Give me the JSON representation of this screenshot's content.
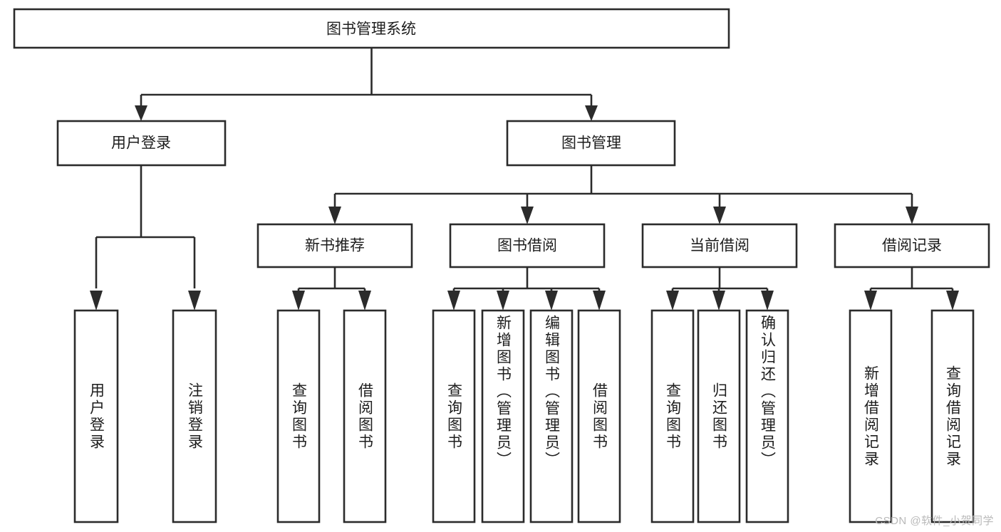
{
  "diagram": {
    "type": "tree",
    "title": "图书管理系统",
    "watermark": "CSDN @软件_小贺同学",
    "colors": {
      "stroke": "#2b2b2b",
      "fill": "#ffffff",
      "text": "#1d1d1d",
      "watermark": "#b9b9b9"
    },
    "levels": {
      "root": {
        "label": "图书管理系统"
      },
      "level2": [
        {
          "id": "user-login",
          "label": "用户登录"
        },
        {
          "id": "book-manage",
          "label": "图书管理"
        }
      ],
      "level3": [
        {
          "id": "new-book-rec",
          "label": "新书推荐",
          "parent": "book-manage"
        },
        {
          "id": "book-borrow",
          "label": "图书借阅",
          "parent": "book-manage"
        },
        {
          "id": "current-borrow",
          "label": "当前借阅",
          "parent": "book-manage"
        },
        {
          "id": "borrow-record",
          "label": "借阅记录",
          "parent": "book-manage"
        }
      ],
      "leaves": [
        {
          "id": "leaf-user-login",
          "label": "用户登录",
          "parent": "user-login"
        },
        {
          "id": "leaf-logout-login",
          "label": "注销登录",
          "parent": "user-login"
        },
        {
          "id": "leaf-query-book-1",
          "label": "查询图书",
          "parent": "new-book-rec"
        },
        {
          "id": "leaf-borrow-book-1",
          "label": "借阅图书",
          "parent": "new-book-rec"
        },
        {
          "id": "leaf-query-book-2",
          "label": "查询图书",
          "parent": "book-borrow"
        },
        {
          "id": "leaf-add-book",
          "label": "新增图书（管理员）",
          "parent": "book-borrow"
        },
        {
          "id": "leaf-edit-book",
          "label": "编辑图书（管理员）",
          "parent": "book-borrow"
        },
        {
          "id": "leaf-borrow-book-2",
          "label": "借阅图书",
          "parent": "book-borrow"
        },
        {
          "id": "leaf-query-book-3",
          "label": "查询图书",
          "parent": "current-borrow"
        },
        {
          "id": "leaf-return-book",
          "label": "归还图书",
          "parent": "current-borrow"
        },
        {
          "id": "leaf-confirm-return",
          "label": "确认归还（管理员）",
          "parent": "current-borrow"
        },
        {
          "id": "leaf-add-record",
          "label": "新增借阅记录",
          "parent": "borrow-record"
        },
        {
          "id": "leaf-query-record",
          "label": "查询借阅记录",
          "parent": "borrow-record"
        }
      ]
    }
  }
}
